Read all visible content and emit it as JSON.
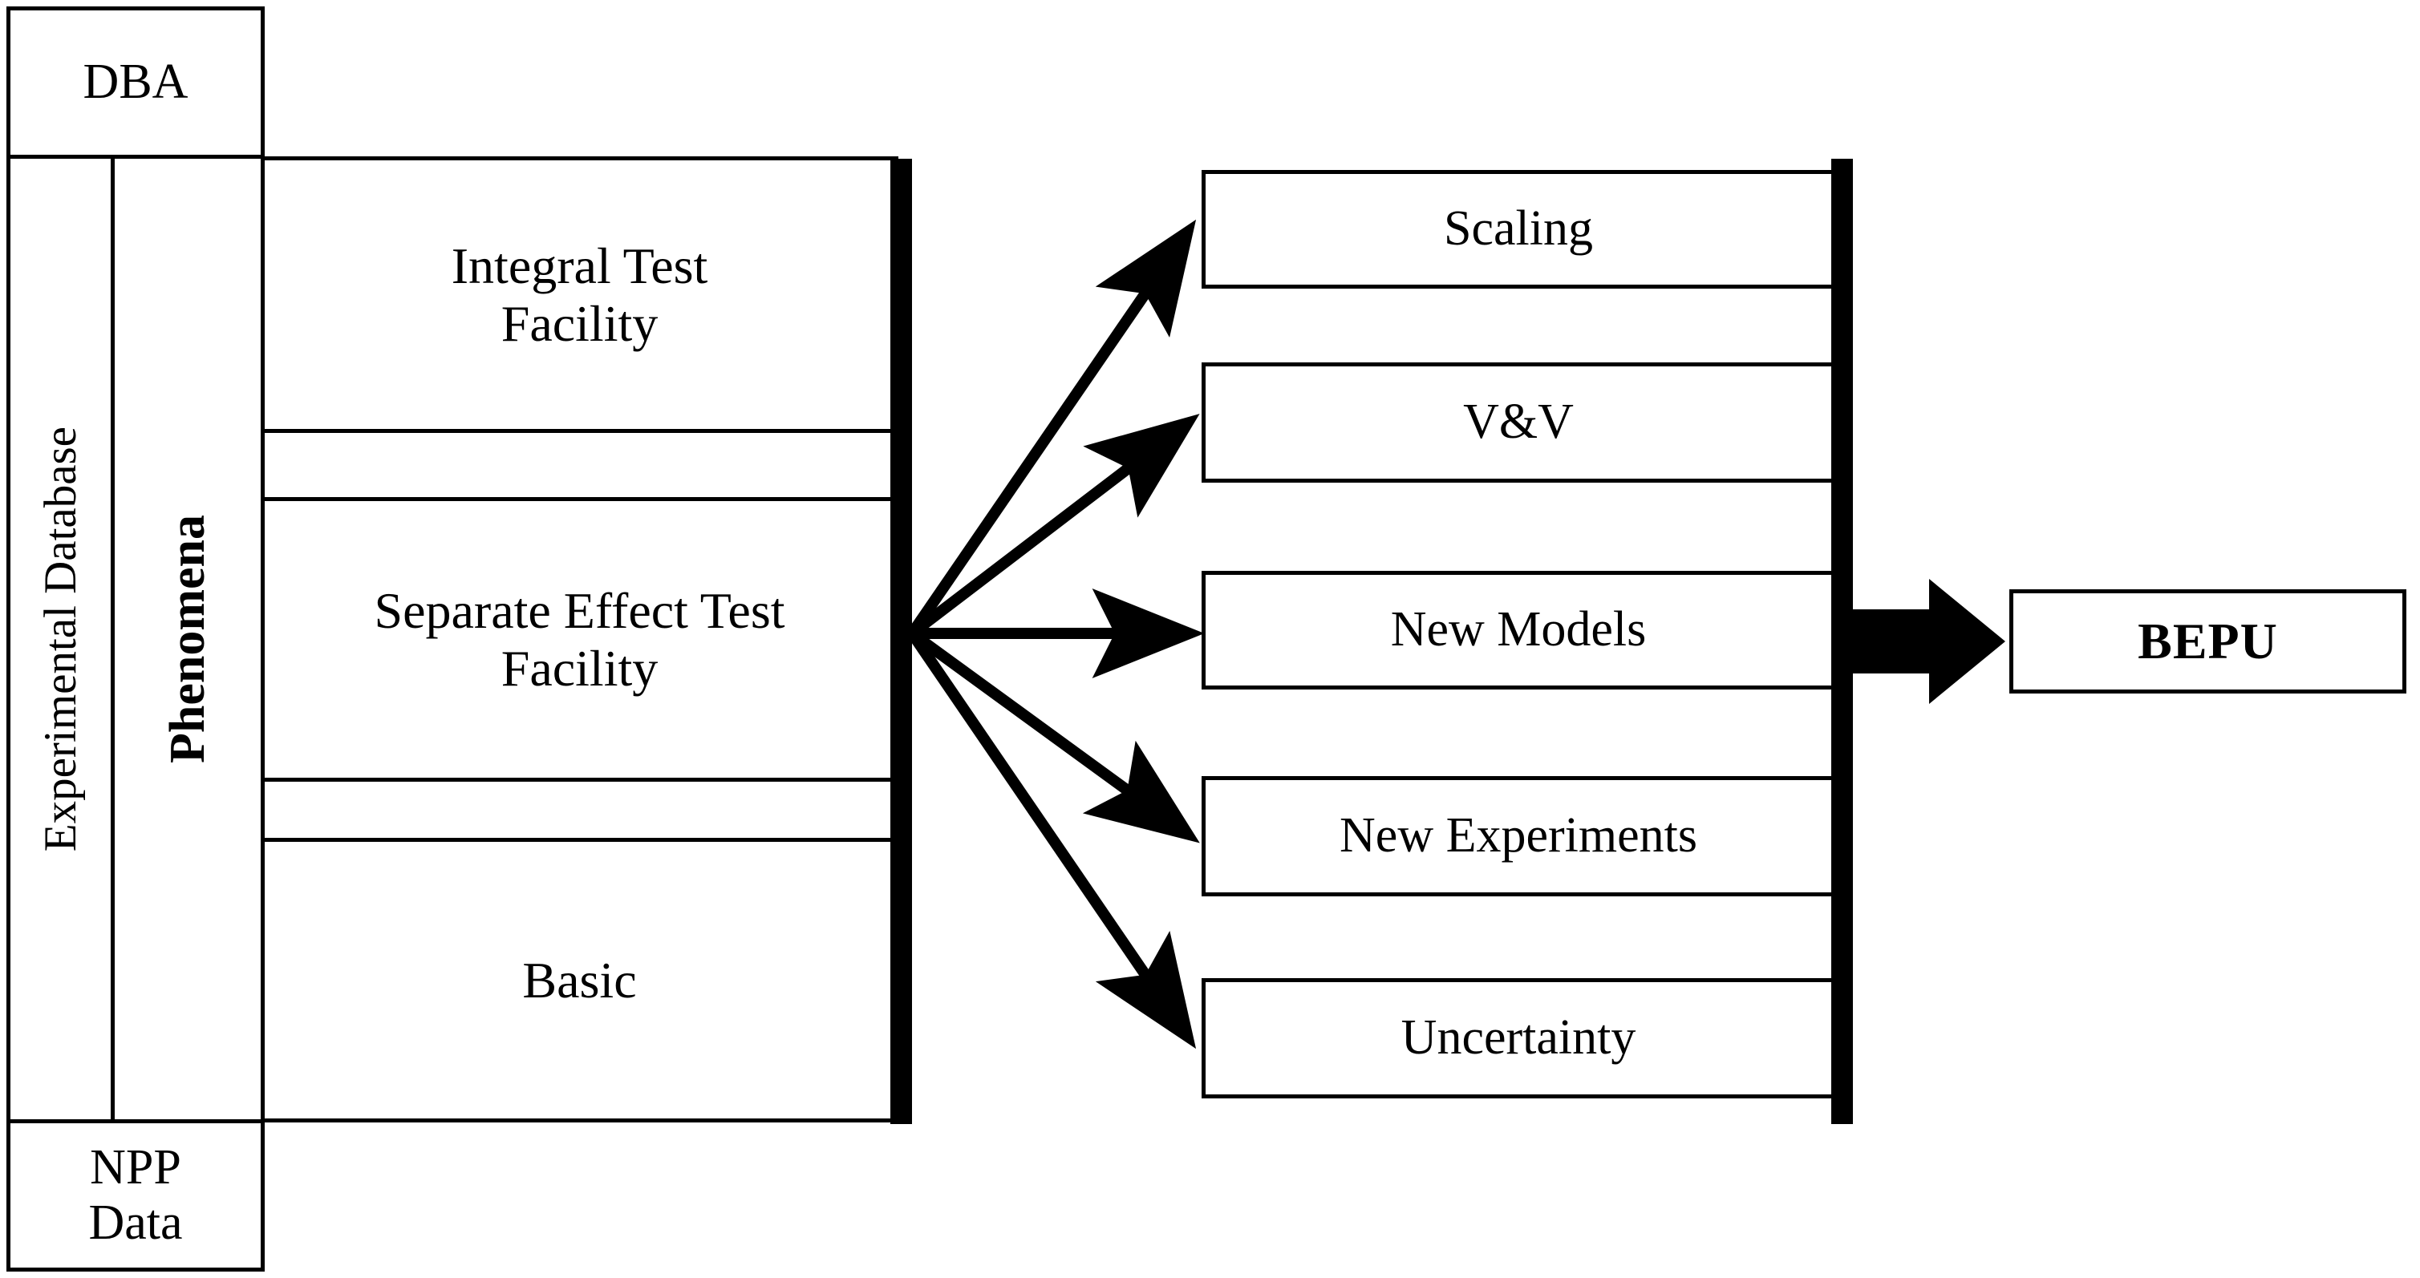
{
  "diagram": {
    "title": "BEPU methodology flow diagram",
    "colors": {
      "line": "#000000",
      "fill": "#ffffff",
      "text": "#000000"
    },
    "left_column": {
      "top_label": "DBA",
      "bottom_label": "NPP\nData",
      "bottom_label_line1": "NPP",
      "bottom_label_line2": "Data",
      "vertical_outer": "Experimental Database",
      "vertical_inner": "Phenomena"
    },
    "facilities": [
      {
        "id": "integral-test-facility",
        "label": "Integral Test\nFacility",
        "line1": "Integral Test",
        "line2": "Facility"
      },
      {
        "id": "separate-effect-test-facility",
        "label": "Separate Effect Test\nFacility",
        "line1": "Separate Effect Test",
        "line2": "Facility"
      },
      {
        "id": "basic",
        "label": "Basic",
        "line1": "Basic",
        "line2": ""
      }
    ],
    "outcomes": [
      {
        "id": "scaling",
        "label": "Scaling"
      },
      {
        "id": "vv",
        "label": "V&V"
      },
      {
        "id": "new-models",
        "label": "New Models"
      },
      {
        "id": "new-experiments",
        "label": "New Experiments"
      },
      {
        "id": "uncertainty",
        "label": "Uncertainty"
      }
    ],
    "result": {
      "label": "BEPU"
    },
    "connectors": {
      "fan_origin_label": "left-collector-bar",
      "target_label": "right-collector-bar",
      "arrow_count": 5,
      "final_arrow_label": "thick-arrow-to-bepu"
    }
  }
}
